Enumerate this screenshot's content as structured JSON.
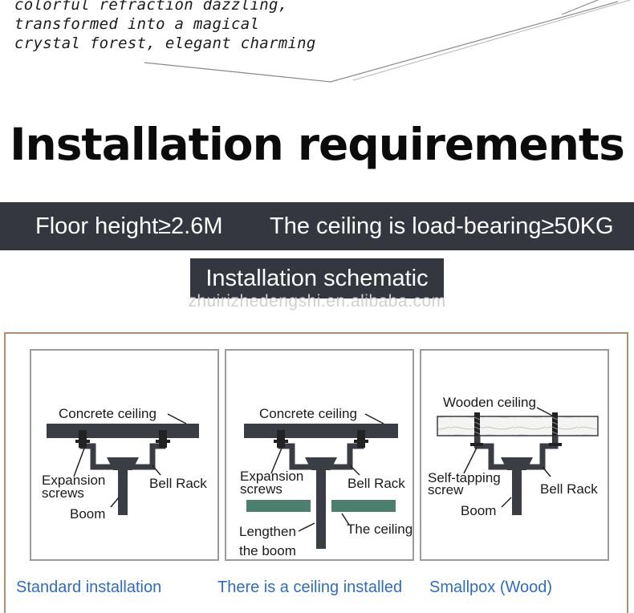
{
  "intro": {
    "line1": "colorful refraction dazzling,",
    "line2": "transformed into a magical",
    "line3": "crystal forest, elegant charming"
  },
  "heading": "Installation requirements",
  "requirements": {
    "floor_height": "Floor height≥2.6M",
    "ceiling_load": "The ceiling is load-bearing≥50KG"
  },
  "schematic_title": "Installation schematic",
  "watermark": "zhuirizhedengshi.en.alibaba.com",
  "panels": [
    {
      "ceiling_label": "Concrete ceiling",
      "screw_label_1": "Expansion",
      "screw_label_2": "screws",
      "rack_label": "Bell Rack",
      "boom_label": "Boom",
      "caption": "Standard installation"
    },
    {
      "ceiling_label": "Concrete ceiling",
      "screw_label_1": "Expansion",
      "screw_label_2": "screws",
      "rack_label": "Bell Rack",
      "false_ceiling_label": "The ceiling",
      "boom_label_1": "Lengthen",
      "boom_label_2": "the boom",
      "caption": "There is a ceiling installed"
    },
    {
      "ceiling_label": "Wooden ceiling",
      "screw_label_1": "Self-tapping",
      "screw_label_2": "screw",
      "rack_label": "Bell Rack",
      "boom_label": "Boom",
      "caption": "Smallpox (Wood)"
    }
  ],
  "colors": {
    "band": "#343740",
    "caption_blue": "#2d6cc6",
    "frame_border": "#b98a6b",
    "false_ceiling": "#4d7f6e"
  }
}
